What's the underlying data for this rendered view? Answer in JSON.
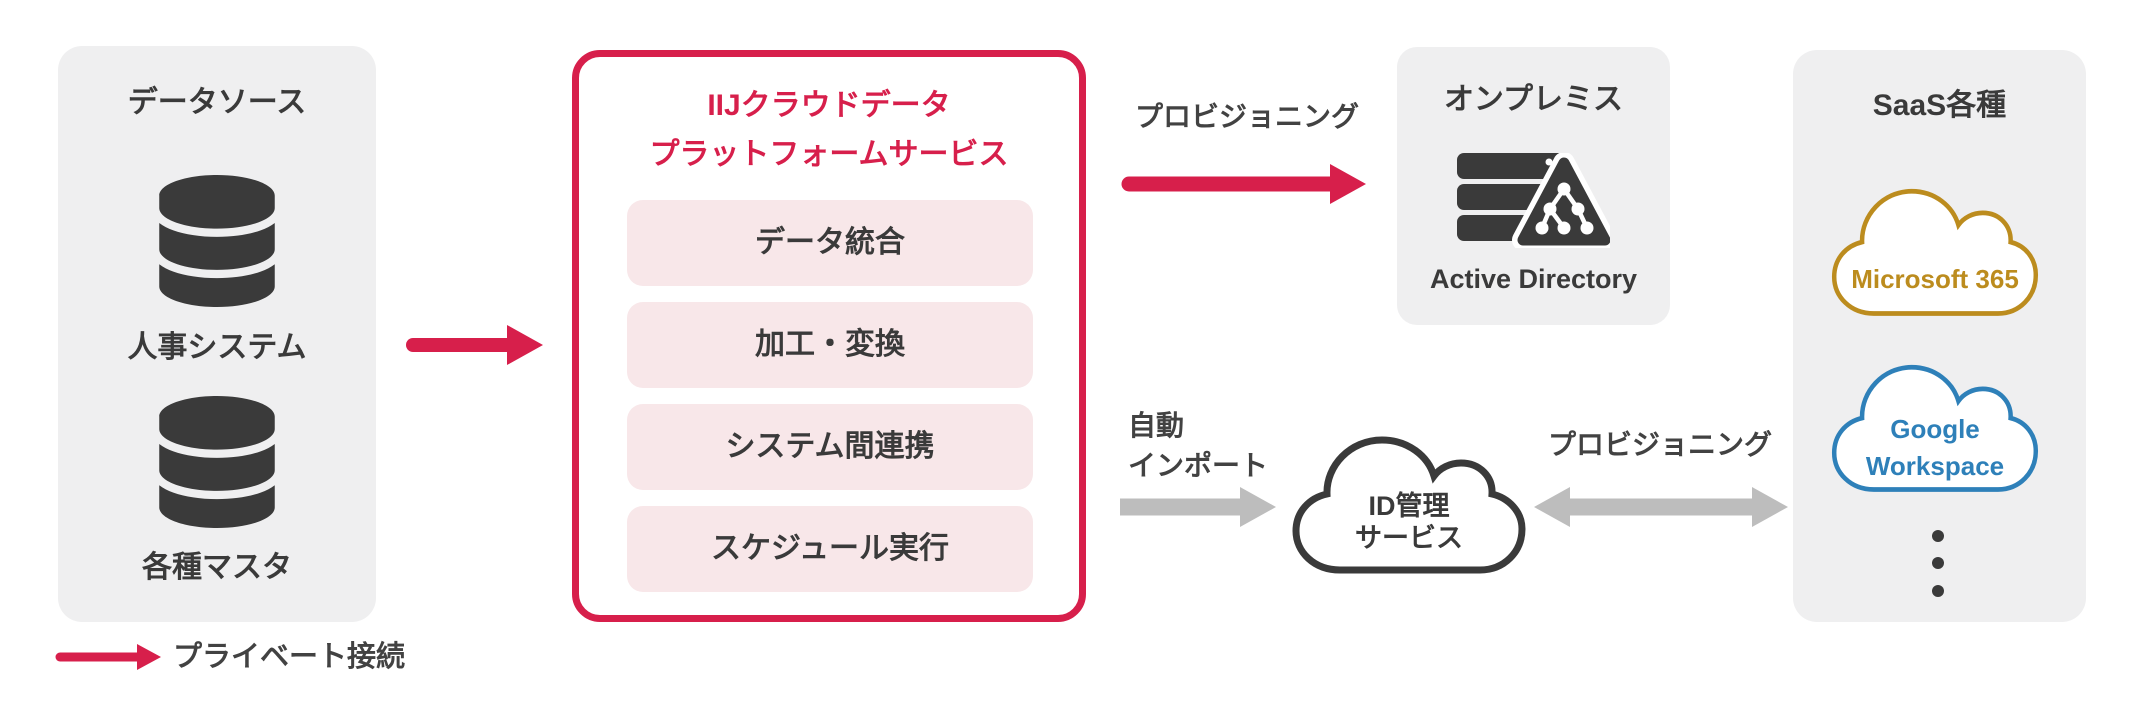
{
  "colors": {
    "brand_red": "#D71F4B",
    "pink_box": "#F8E7E9",
    "panel_bg": "#EFEFF0",
    "text_dark": "#3A3A3A",
    "label_gray": "#424242",
    "arrow_gray": "#BDBDBD",
    "microsoft_gold": "#BC8C1E",
    "google_blue": "#2E80B9"
  },
  "left_panel": {
    "title": "データソース",
    "sources": [
      {
        "icon": "database",
        "label": "人事システム"
      },
      {
        "icon": "database",
        "label": "各種マスタ"
      }
    ]
  },
  "center_panel": {
    "title_line1": "IIJクラウドデータ",
    "title_line2": "プラットフォームサービス",
    "features": [
      "データ統合",
      "加工・変換",
      "システム間連携",
      "スケジュール実行"
    ]
  },
  "onprem_panel": {
    "title": "オンプレミス",
    "icon": "active-directory",
    "label": "Active Directory"
  },
  "saas_panel": {
    "title": "SaaS各種",
    "cloud1_label": "Microsoft 365",
    "cloud2_label_line1": "Google",
    "cloud2_label_line2": "Workspace"
  },
  "id_cloud": {
    "label_line1": "ID管理",
    "label_line2": "サービス"
  },
  "labels": {
    "provisioning_top": "プロビジョニング",
    "auto_import_line1": "自動",
    "auto_import_line2": "インポート",
    "provisioning_bottom": "プロビジョニング",
    "private_connection": "プライベート接続"
  }
}
